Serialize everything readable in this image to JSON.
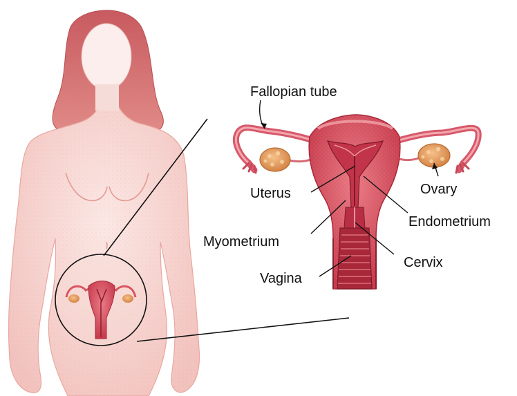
{
  "labels": {
    "fallopian_tube": "Fallopian tube",
    "uterus": "Uterus",
    "ovary": "Ovary",
    "endometrium": "Endometrium",
    "myometrium": "Myometrium",
    "cervix": "Cervix",
    "vagina": "Vagina"
  },
  "colors": {
    "skin": "#f6d9d5",
    "skin_shade": "#ef9f98",
    "hair": "#d66f6f",
    "hair_dark": "#b84e52",
    "tissue": "#d95560",
    "tissue_dark": "#a8283a",
    "tissue_light": "#f0a0a5",
    "ovary": "#e9a25e",
    "ovary_dark": "#c9783a",
    "line": "#1a1a1a"
  }
}
